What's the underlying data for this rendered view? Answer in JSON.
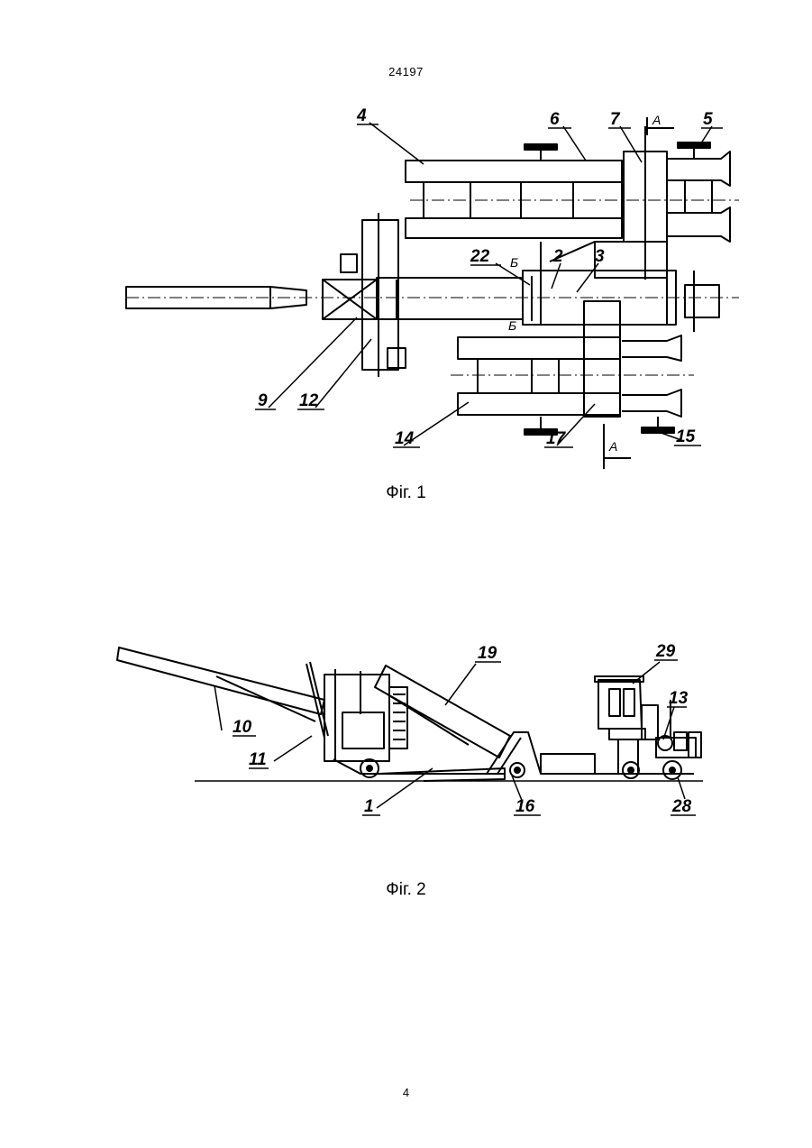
{
  "document": {
    "number": "24197",
    "page_number": "4"
  },
  "figure1": {
    "caption": "Фіг. 1",
    "labels": {
      "l4": "4",
      "l6": "6",
      "l7": "7",
      "l5": "5",
      "lA_top": "А",
      "l22": "22",
      "l2": "2",
      "l3": "3",
      "lB_top": "Б",
      "lB_bot": "Б",
      "l9": "9",
      "l12": "12",
      "l14": "14",
      "l17": "17",
      "lA_bot": "А",
      "l15": "15"
    }
  },
  "figure2": {
    "caption": "Фіг. 2",
    "labels": {
      "l19": "19",
      "l29": "29",
      "l13": "13",
      "l10": "10",
      "l11": "11",
      "l1": "1",
      "l16": "16",
      "l28": "28"
    }
  }
}
